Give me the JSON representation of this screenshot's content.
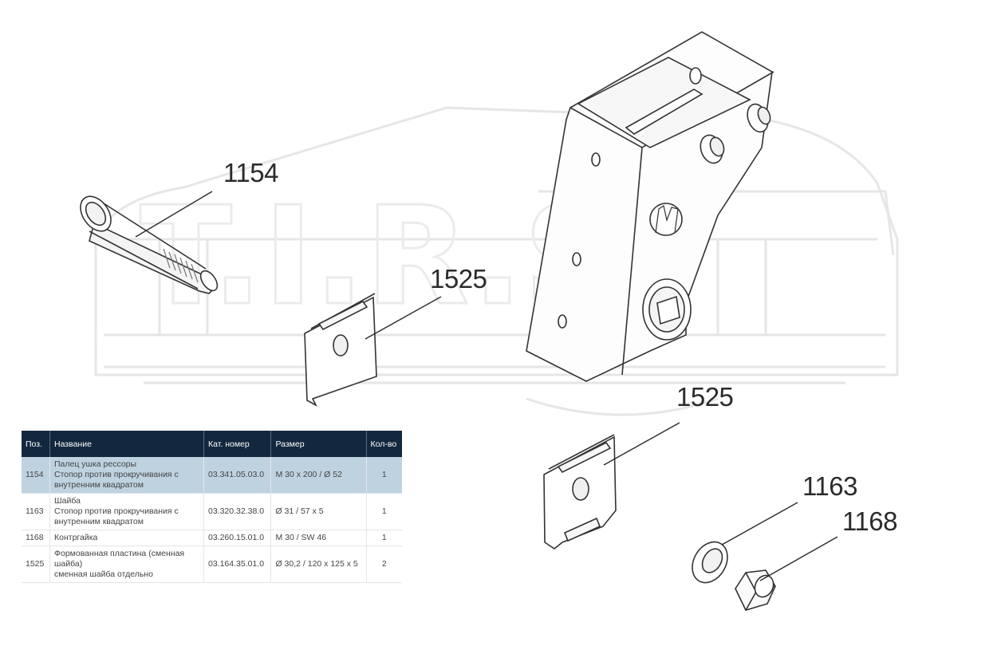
{
  "callouts": {
    "c1154": "1154",
    "c1525_top": "1525",
    "c1525_bottom": "1525",
    "c1163": "1163",
    "c1168": "1168"
  },
  "watermark_text": "T.I.R.S.",
  "table": {
    "headers": [
      "Поз.",
      "Название",
      "Кат. номер",
      "Размер",
      "Кол-во"
    ],
    "rows": [
      {
        "pos": "1154",
        "name_lines": [
          "Палец ушка рессоры",
          "Стопор против прокручивания с",
          "внутренним квадратом"
        ],
        "cat": "03.341.05.03.0",
        "size": "M 30 x 200 / Ø 52",
        "qty": "1",
        "selected": true
      },
      {
        "pos": "1163",
        "name_lines": [
          "Шайба",
          "Стопор против прокручивания с",
          "внутренним квадратом"
        ],
        "cat": "03.320.32.38.0",
        "size": "Ø 31 / 57 x 5",
        "qty": "1",
        "selected": false
      },
      {
        "pos": "1168",
        "name_lines": [
          "Контргайка"
        ],
        "cat": "03.260.15.01.0",
        "size": "M 30 / SW 46",
        "qty": "1",
        "selected": false
      },
      {
        "pos": "1525",
        "name_lines": [
          "Формованная пластина (сменная",
          "шайба)",
          "сменная шайба отдельно"
        ],
        "cat": "03.164.35.01.0",
        "size": "Ø 30,2 / 120 x 125 x 5",
        "qty": "2",
        "selected": false
      }
    ]
  },
  "colors": {
    "header_bg": "#13283f",
    "selected_row": "#bfd2e0",
    "line": "#2b2b2b"
  }
}
